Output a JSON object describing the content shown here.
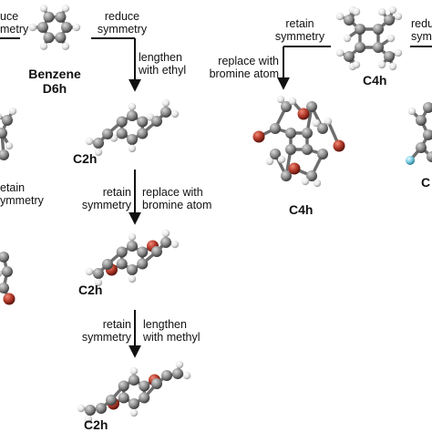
{
  "colors": {
    "carbon": "#8f8f8f",
    "hydrogen": "#f2f2f2",
    "bromine": "#b23a2a",
    "fluorine": "#6ec8e0",
    "arrow": "#111111"
  },
  "molecules": {
    "benzene": {
      "name": "Benzene",
      "symmetry": "D6h"
    },
    "ethyl_benzene": {
      "symmetry": "C2h"
    },
    "bromo_ethyl": {
      "symmetry": "C2h"
    },
    "propyl_bromo": {
      "symmetry": "C2h"
    },
    "c4h_parent": {
      "symmetry": "C4h"
    },
    "c4h_bromo": {
      "symmetry": "C4h"
    },
    "right_partial": {
      "symmetry": "C"
    }
  },
  "arrows": {
    "benzene_to_ethyl": {
      "left_line1": "reduce",
      "left_line2": "symmetry",
      "right_line1": "lengthen",
      "right_line2": "with ethyl"
    },
    "ethyl_to_bromo": {
      "left_line1": "retain",
      "left_line2": "symmetry",
      "right_line1": "replace with",
      "right_line2": "bromine atom"
    },
    "bromo_to_methyl": {
      "left_line1": "retain",
      "left_line2": "symmetry",
      "right_line1": "lengthen",
      "right_line2": "with methyl"
    },
    "c4h_to_bromo": {
      "top_line1": "retain",
      "top_line2": "symmetry",
      "left_line1": "replace with",
      "left_line2": "bromine atom"
    },
    "c4h_right_cut": {
      "line1": "redu",
      "line2": "symme"
    },
    "left_top_cut": {
      "line1": "uce",
      "line2": "metry"
    },
    "left_mid_cut": {
      "line1": "etain",
      "line2": "ymmetry"
    }
  }
}
